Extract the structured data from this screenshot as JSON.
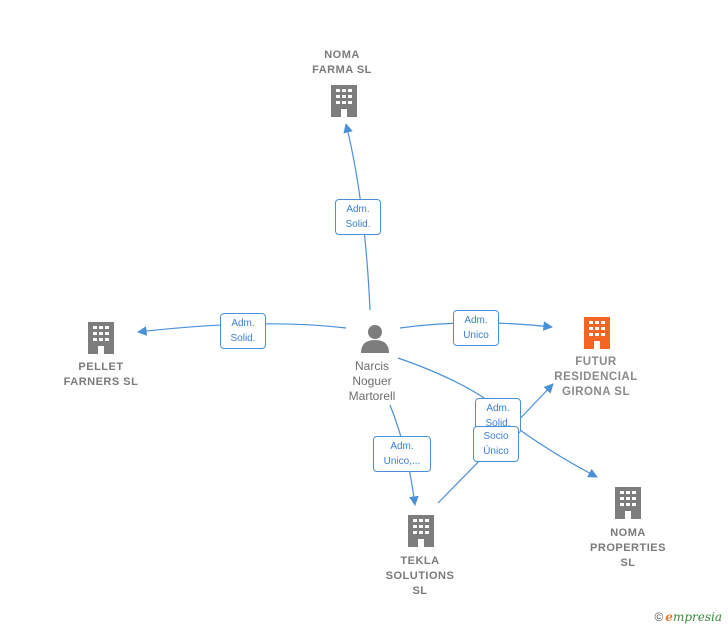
{
  "colors": {
    "edge": "#4a90d9",
    "building": "#7d7d7d",
    "building_main": "#f26522",
    "person": "#7d7d7d"
  },
  "person": {
    "name": "Narcis\nNoguer\nMartorell",
    "icon": "person-icon"
  },
  "companies": {
    "noma_farma": {
      "name": "NOMA\nFARMA  SL",
      "icon": "building-icon"
    },
    "pellet_farners": {
      "name": "PELLET\nFARNERS  SL",
      "icon": "building-icon"
    },
    "futur_residencial": {
      "name": "FUTUR\nRESIDENCIAL\nGIRONA  SL",
      "icon": "building-icon"
    },
    "tekla_solutions": {
      "name": "TEKLA\nSOLUTIONS\nSL",
      "icon": "building-icon"
    },
    "noma_properties": {
      "name": "NOMA\nPROPERTIES\nSL",
      "icon": "building-icon"
    }
  },
  "relations": {
    "to_noma_farma": "Adm.\nSolid.",
    "to_pellet_farners": "Adm.\nSolid.",
    "to_futur_residencial": "Adm.\nUnico",
    "to_tekla_solutions": "Adm.\nUnico,...",
    "to_noma_properties": "Adm.\nSolid.",
    "tekla_to_futur": "Socio\nÚnico"
  },
  "brand": {
    "copyright": "©",
    "first_letter": "e",
    "rest": "mpresia"
  }
}
